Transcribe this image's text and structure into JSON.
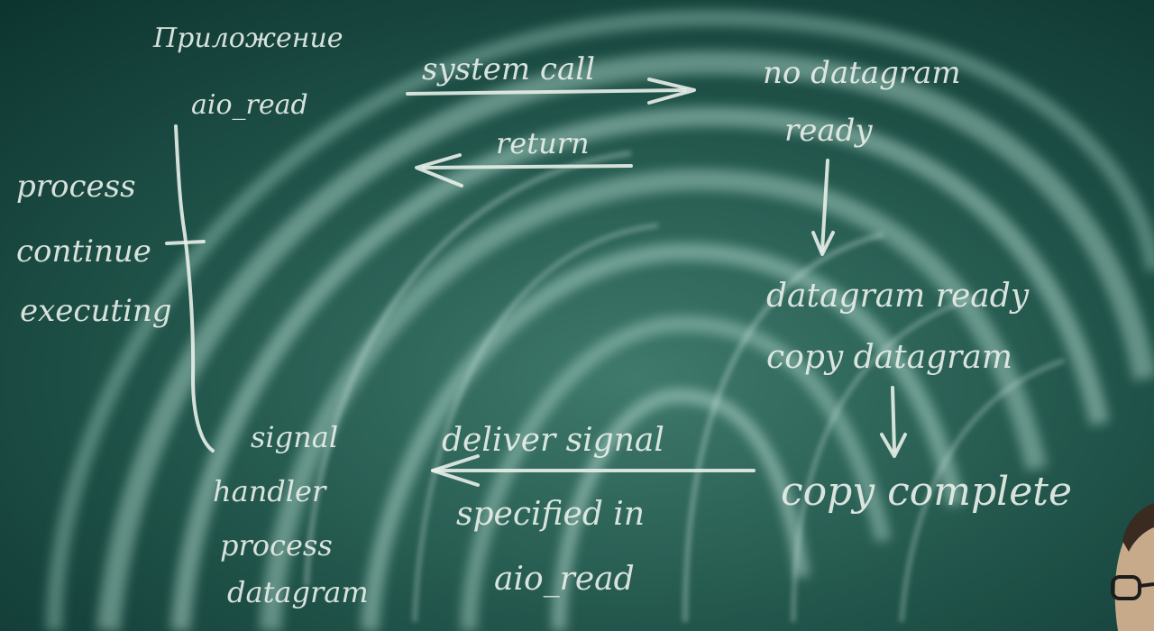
{
  "board": {
    "top_left": {
      "line1": "Приложение",
      "line2": "aio_read"
    },
    "left_note": {
      "line1": "process",
      "line2": "continue",
      "line3": "executing"
    },
    "arrow_top": "system call",
    "arrow_return": "return",
    "right_top": {
      "line1": "no datagram",
      "line2": "ready"
    },
    "right_mid": {
      "line1": "datagram ready",
      "line2": "copy datagram"
    },
    "deliver": "deliver signal",
    "specified": {
      "line1": "specified in",
      "line2": "aio_read"
    },
    "copy_complete": "copy complete",
    "bottom_left": {
      "line1": "signal",
      "line2": "handler",
      "line3": "process",
      "line4": "datagram"
    }
  }
}
